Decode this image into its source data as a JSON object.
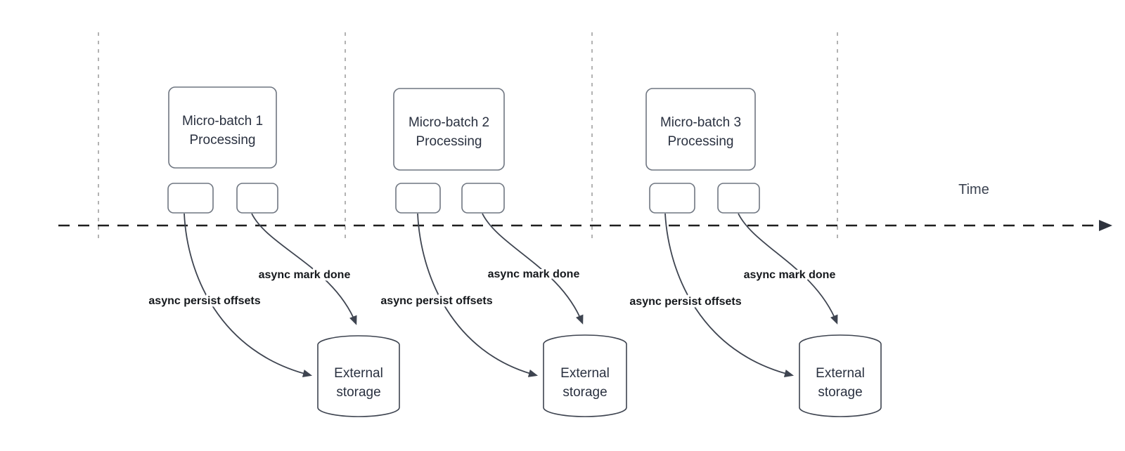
{
  "time_label": "Time",
  "groups": [
    {
      "title_line1": "Micro-batch 1",
      "title_line2": "Processing",
      "persist_label": "async persist offsets",
      "done_label": "async mark done",
      "storage_line1": "External",
      "storage_line2": "storage"
    },
    {
      "title_line1": "Micro-batch 2",
      "title_line2": "Processing",
      "persist_label": "async persist offsets",
      "done_label": "async mark done",
      "storage_line1": "External",
      "storage_line2": "storage"
    },
    {
      "title_line1": "Micro-batch 3",
      "title_line2": "Processing",
      "persist_label": "async persist offsets",
      "done_label": "async mark done",
      "storage_line1": "External",
      "storage_line2": "storage"
    }
  ],
  "colors": {
    "line": "#3e4450",
    "box_border": "#6f7681",
    "timeline": "#1f1f1f",
    "timeline_head": "#2e333d",
    "gridline": "#ababab",
    "text": "#2a3140",
    "label": "#15181c",
    "time_text": "#3c4351"
  }
}
